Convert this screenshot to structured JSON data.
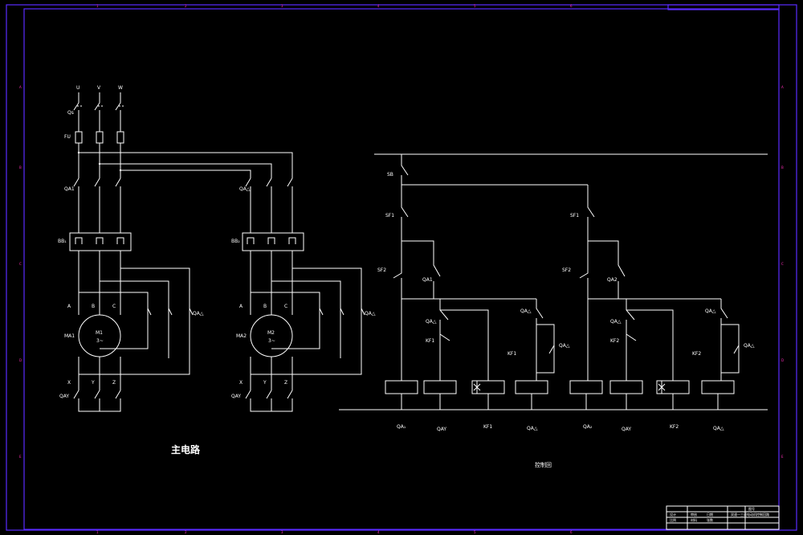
{
  "diagram": {
    "main_circuit_title": "主电路",
    "control_circuit_title": "控制回",
    "phases": [
      "U",
      "V",
      "W"
    ],
    "labels": {
      "qs": "Qs",
      "fu": "FU",
      "qa1_main": "QA1",
      "qa_tri_main": "QA△",
      "br1": "BB₁",
      "br2": "BB₂",
      "qa_star1": "QA△",
      "qa_star2": "QA△",
      "terminal_a": "A",
      "terminal_b": "B",
      "terminal_c": "C",
      "terminal_x": "X",
      "terminal_y": "Y",
      "terminal_z": "Z",
      "ma1": "MA1",
      "ma2": "MA2",
      "m1": "M1",
      "m2": "M2",
      "m_sub": "3~",
      "qay1": "QAY",
      "qay2": "QAY",
      "sb": "SB",
      "sf1": "SF1",
      "sf2": "SF2",
      "sf1b": "SF1",
      "sf2b": "SF2",
      "qa1": "QA1",
      "qa2": "QA2",
      "qa_mid1": "QA△",
      "qa_mid2": "QA△",
      "kf1": "KF1",
      "kf2": "KF2",
      "qa_d1": "QA△",
      "qa_d2": "QA△",
      "qa_e1": "QA△",
      "qa_e2": "QA△"
    },
    "coil_labels": [
      "QA₁",
      "QAY",
      "KF1",
      "QA△",
      "QA₂",
      "QAY",
      "KF2",
      "QA△"
    ]
  },
  "title_block": {
    "top_tag": "图号",
    "drawing_title": "双速—三速电动机控制回路",
    "row1": [
      "设计",
      "审核",
      "日期"
    ],
    "row2": [
      "比例",
      "材料",
      "张数"
    ]
  },
  "colors": {
    "frame": "#5b2bff",
    "ticks": "#ff2fb5",
    "lines": "#ffffff",
    "background": "#000000"
  }
}
